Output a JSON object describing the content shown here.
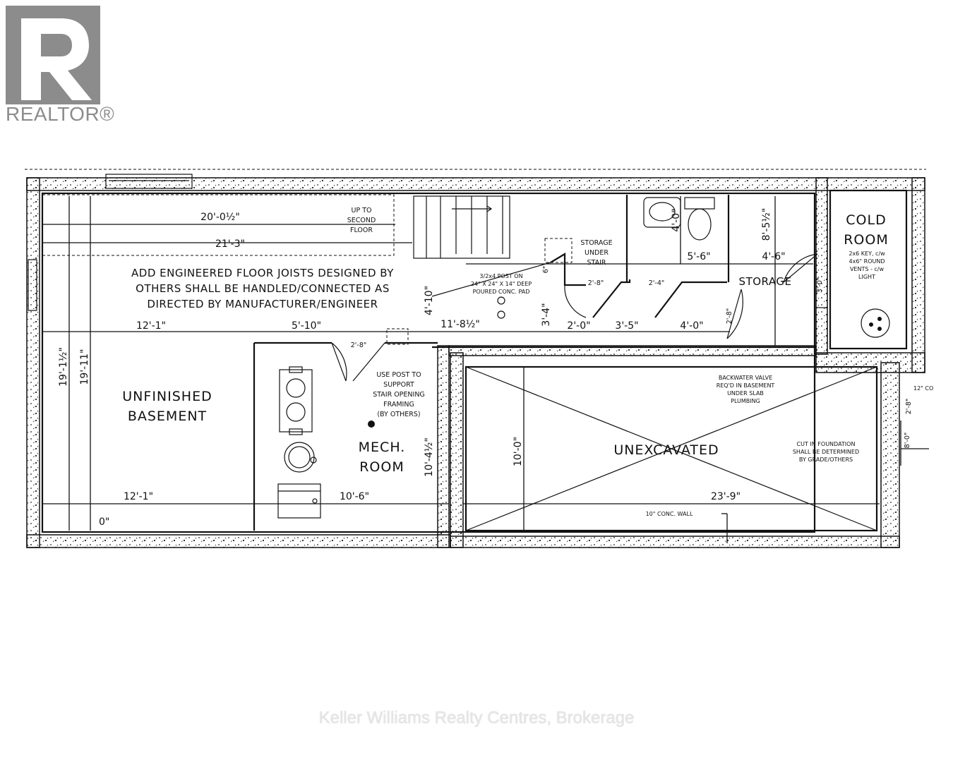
{
  "brand": {
    "logo_text": "REALTOR®",
    "logo_color": "#8c8c8c"
  },
  "watermark": "Keller Williams Realty Centres, Brokerage",
  "rooms": {
    "unfinished_line1": "UNFINISHED",
    "unfinished_line2": "BASEMENT",
    "mech_line1": "MECH.",
    "mech_line2": "ROOM",
    "unexcavated": "UNEXCAVATED",
    "storage": "STORAGE",
    "cold_line1": "COLD",
    "cold_line2": "ROOM",
    "storage_under_stair": [
      "STORAGE",
      "UNDER",
      "STAIR"
    ]
  },
  "notes": {
    "joists": [
      "ADD ENGINEERED FLOOR JOISTS DESIGNED BY",
      "OTHERS SHALL BE HANDLED/CONNECTED AS",
      "DIRECTED BY MANUFACTURER/ENGINEER"
    ],
    "up_to": [
      "UP TO",
      "SECOND",
      "FLOOR"
    ],
    "post": [
      "3/2x4 POST ON",
      "24\" X 24\" X 14\" DEEP",
      "POURED CONC. PAD"
    ],
    "use_post": [
      "USE POST TO",
      "SUPPORT",
      "STAIR OPENING",
      "FRAMING",
      "(BY OTHERS)"
    ],
    "backwater": [
      "BACKWATER VALVE",
      "REQ'D IN BASEMENT",
      "UNDER SLAB",
      "PLUMBING"
    ],
    "cut_in": [
      "CUT IN FOUNDATION",
      "SHALL BE DETERMINED",
      "BY GRADE/OTHERS"
    ],
    "cold_room": [
      "2x6 KEY, c/w",
      "4x6\" ROUND",
      "VENTS - c/w",
      "LIGHT"
    ],
    "conc_wall": "10\" CONC. WALL",
    "edge_note": "12\" CO"
  },
  "dimensions": {
    "d_20_0h": "20'-0½\"",
    "d_21_3": "21'-3\"",
    "d_12_1_top": "12'-1\"",
    "d_5_10": "5'-10\"",
    "d_11_8h": "11'-8½\"",
    "d_2_0": "2'-0\"",
    "d_3_5": "3'-5\"",
    "d_4_0": "4'-0\"",
    "d_5_6": "5'-6\"",
    "d_4_6": "4'-6\"",
    "d_8_5h": "8'-5½\"",
    "d_4_0v": "4'-0\"",
    "d_4_10": "4'-10\"",
    "d_3_4": "3'-4\"",
    "d_2_8a": "2'-8\"",
    "d_2_8b": "2'-8\"",
    "d_2_4": "2'-4\"",
    "d_2_8c": "2'-8\"",
    "d_2_8d": "2'-8\"",
    "d_6": "6\"",
    "d_19_1h": "19'-1½\"",
    "d_19_11": "19'-11\"",
    "d_12_1_bot": "12'-1\"",
    "d_10_6": "10'-6\"",
    "d_10_4h": "10'-4½\"",
    "d_10_0": "10'-0\"",
    "d_23_9": "23'-9\"",
    "d_8_0": "8'-0\"",
    "d_3_0": "3'-0\"",
    "d_0": "0\""
  }
}
